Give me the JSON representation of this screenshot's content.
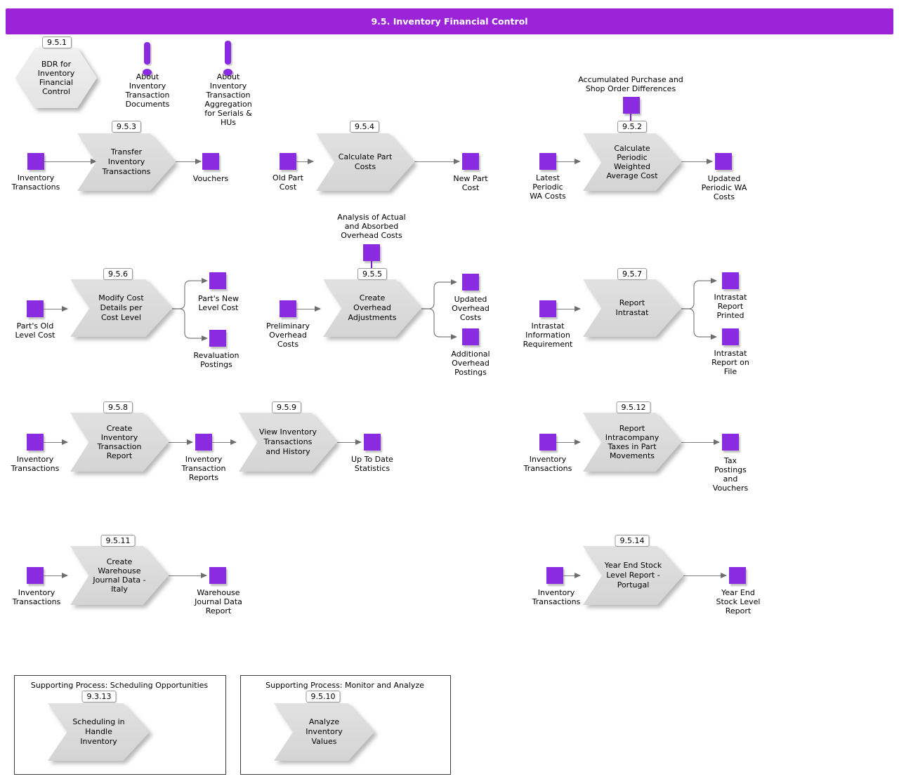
{
  "header": {
    "title": "9.5. Inventory Financial Control"
  },
  "colors": {
    "header_bg": "#9B24D9",
    "node_purple": "#8A2BE2",
    "process_fill": "#D9D9D9",
    "arrow_gray": "#7F7F7F",
    "connector_purple": "#7A1FC9"
  },
  "bdr": {
    "badge": "9.5.1",
    "label": "BDR for\nInventory\nFinancial\nControl"
  },
  "notes": {
    "docs": {
      "label": "About\nInventory\nTransaction\nDocuments"
    },
    "aggregation": {
      "label": "About\nInventory\nTransaction\nAggregation\nfor Serials &\nHUs"
    }
  },
  "flows": {
    "transfer_inventory_transactions": {
      "badge": "9.5.3",
      "title": "Transfer\nInventory\nTransactions",
      "input": "Inventory\nTransactions",
      "output": "Vouchers"
    },
    "calculate_part_costs": {
      "badge": "9.5.4",
      "title": "Calculate Part\nCosts",
      "input": "Old Part\nCost",
      "output": "New Part\nCost"
    },
    "calculate_periodic_wa_cost": {
      "badge": "9.5.2",
      "title": "Calculate\nPeriodic\nWeighted\nAverage Cost",
      "top_input": "Accumulated Purchase and\nShop Order Differences",
      "input": "Latest\nPeriodic\nWA Costs",
      "output": "Updated\nPeriodic WA\nCosts"
    },
    "modify_cost_details": {
      "badge": "9.5.6",
      "title": "Modify Cost\nDetails per\nCost Level",
      "input": "Part's Old\nLevel Cost",
      "outputs": [
        "Part's New\nLevel Cost",
        "Revaluation\nPostings"
      ]
    },
    "create_overhead_adjustments": {
      "badge": "9.5.5",
      "title": "Create\nOverhead\nAdjustments",
      "top_input": "Analysis of Actual\nand Absorbed\nOverhead Costs",
      "input": "Preliminary\nOverhead\nCosts",
      "outputs": [
        "Updated\nOverhead\nCosts",
        "Additional\nOverhead\nPostings"
      ]
    },
    "report_intrastat": {
      "badge": "9.5.7",
      "title": "Report\nIntrastat",
      "input": "Intrastat\nInformation\nRequirement",
      "outputs": [
        "Intrastat\nReport\nPrinted",
        "Intrastat\nReport on\nFile"
      ]
    },
    "create_inventory_transaction_report": {
      "badge": "9.5.8",
      "title": "Create\nInventory\nTransaction\nReport",
      "input": "Inventory\nTransactions",
      "output": "Inventory\nTransaction\nReports"
    },
    "view_inventory_transactions": {
      "badge": "9.5.9",
      "title": "View Inventory\nTransactions\nand History",
      "output": "Up To Date\nStatistics"
    },
    "report_intracompany_taxes": {
      "badge": "9.5.12",
      "title": "Report\nIntracompany\nTaxes in Part\nMovements",
      "input": "Inventory\nTransactions",
      "output": "Tax\nPostings\nand\nVouchers"
    },
    "create_warehouse_journal": {
      "badge": "9.5.11",
      "title": "Create\nWarehouse\nJournal Data -\nItaly",
      "input": "Inventory\nTransactions",
      "output": "Warehouse\nJournal Data\nReport"
    },
    "year_end_stock_level": {
      "badge": "9.5.14",
      "title": "Year End Stock\nLevel Report -\nPortugal",
      "input": "Inventory\nTransactions",
      "output": "Year End\nStock Level\nReport"
    }
  },
  "supporting": {
    "scheduling": {
      "box_title": "Supporting Process: Scheduling Opportunities",
      "badge": "9.3.13",
      "title": "Scheduling in\nHandle\nInventory"
    },
    "monitor": {
      "box_title": "Supporting Process: Monitor and Analyze",
      "badge": "9.5.10",
      "title": "Analyze\nInventory\nValues"
    }
  }
}
